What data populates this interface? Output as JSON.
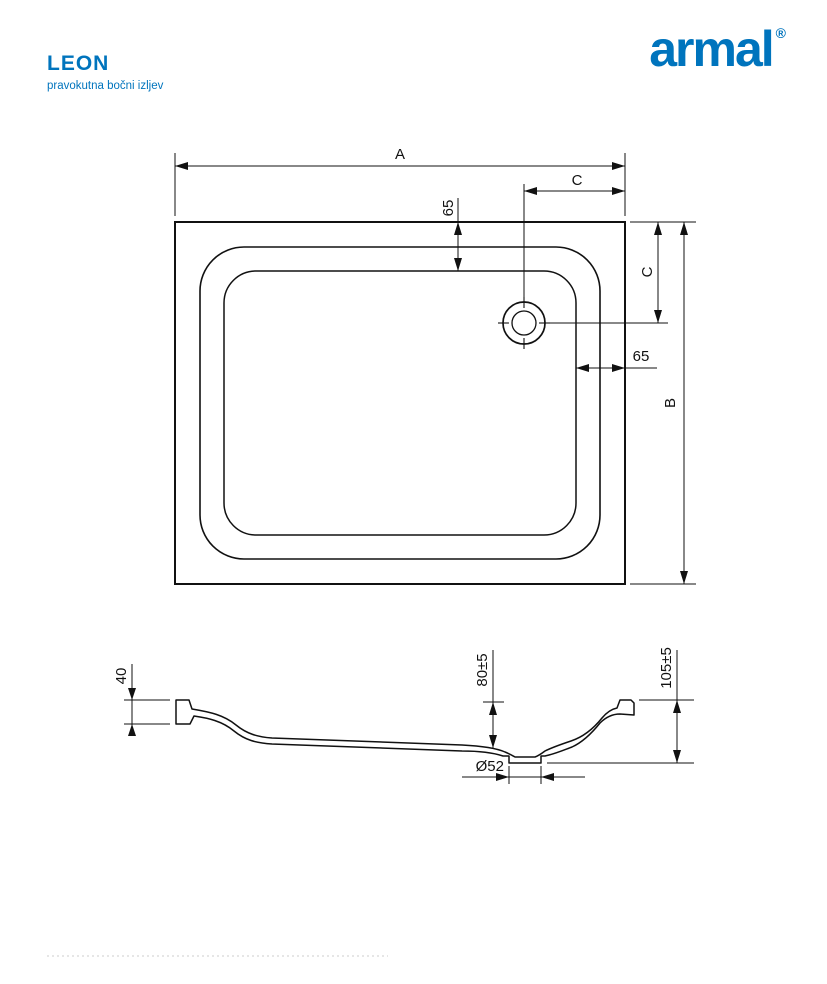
{
  "header": {
    "product_name": "LEON",
    "product_subtitle": "pravokutna bočni izljev",
    "brand": "armal",
    "registered_mark": "®"
  },
  "colors": {
    "brand_blue": "#0074bd",
    "line_color": "#111111"
  },
  "top_view": {
    "dim_width_label": "A",
    "dim_drain_offset_top_label": "C",
    "dim_rim_top_label": "65",
    "dim_drain_offset_right_label": "C",
    "dim_height_label": "B",
    "dim_rim_right_label": "65"
  },
  "section_view": {
    "dim_flange_height_label": "40",
    "dim_depth_label": "80±5",
    "dim_total_height_label": "105±5",
    "dim_drain_diameter_label": "Ø52"
  }
}
